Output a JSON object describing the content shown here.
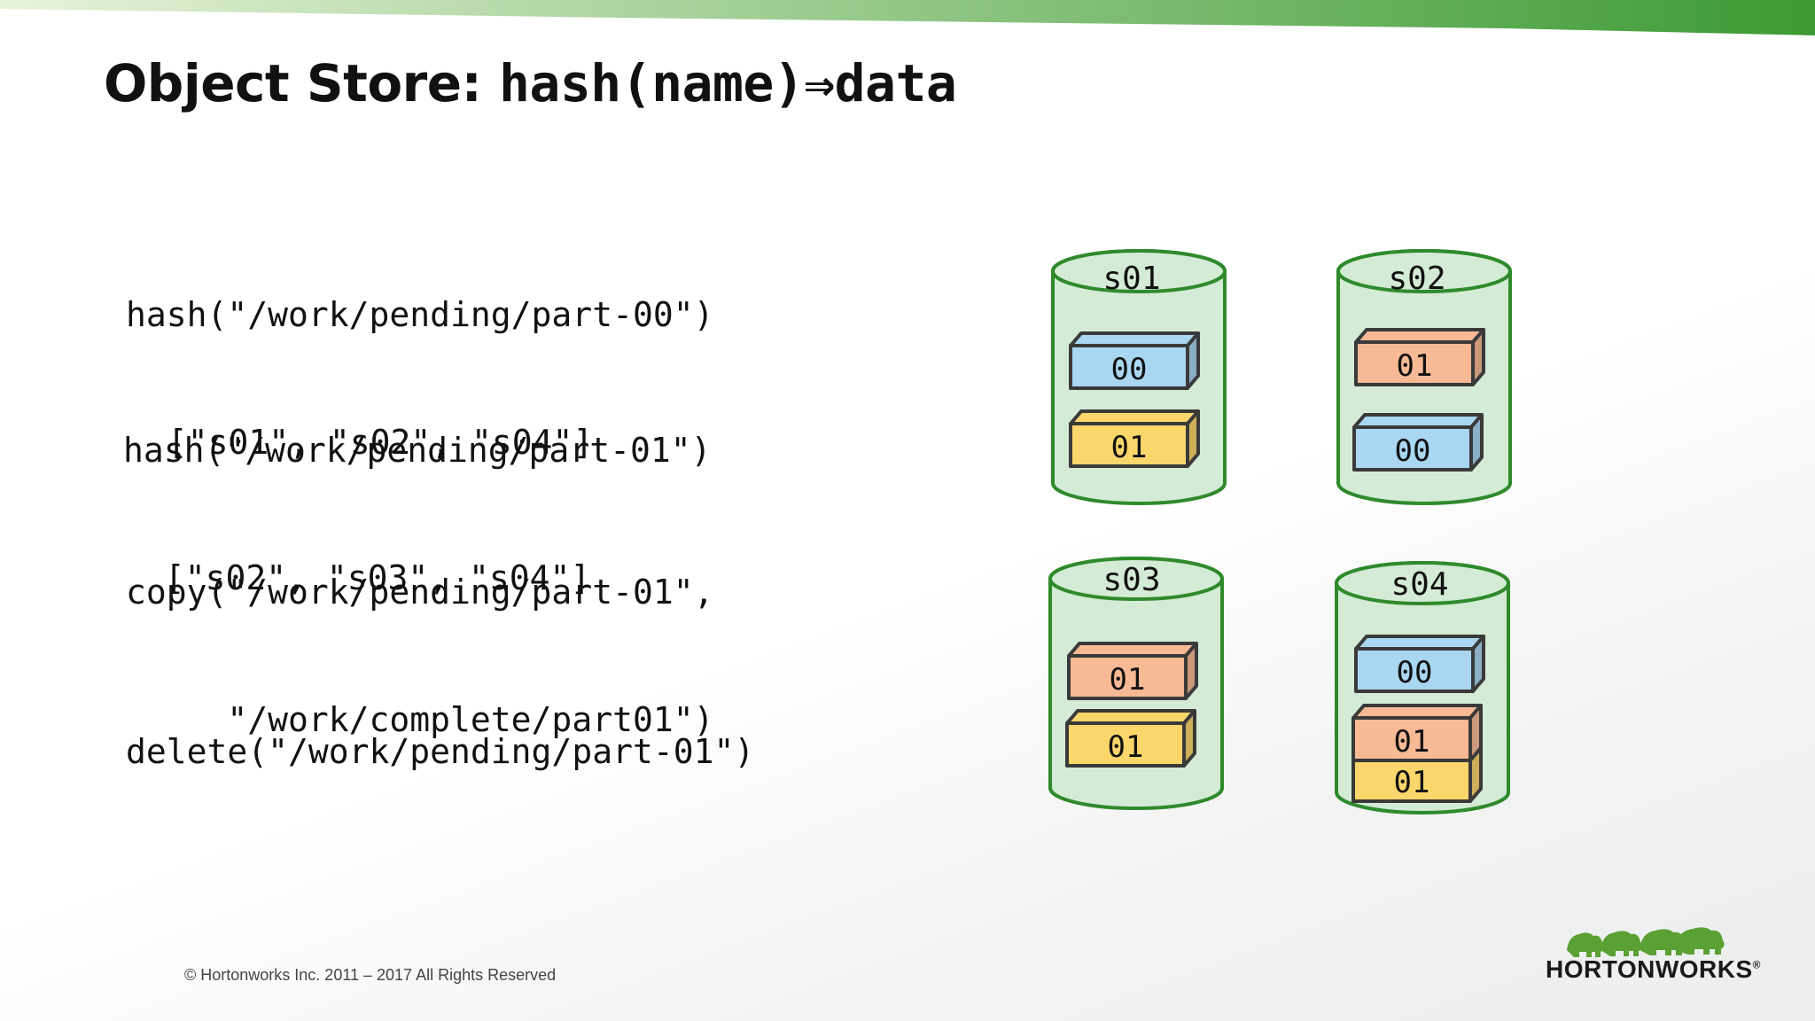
{
  "title": {
    "text": "Object Store: ",
    "code": "hash(name)⇒data"
  },
  "code_blocks": [
    {
      "lines": [
        "hash(\"/work/pending/part-00\")",
        " [\"s01\", \"s02\", \"s04\"]"
      ]
    },
    {
      "lines": [
        "hash(\"/work/pending/part-01\")",
        " [\"s02\", \"s03\", \"s04\"]"
      ]
    },
    {
      "lines": [
        "copy(\"/work/pending/part-01\",",
        "     \"/work/complete/part01\")"
      ]
    },
    {
      "lines": [
        "delete(\"/work/pending/part-01\")"
      ]
    }
  ],
  "colors": {
    "stripe_start": "#e7f3d9",
    "stripe_end": "#3c9a33",
    "cylinder_fill": "#d4ebd6",
    "cylinder_stroke": "#2f8a2c",
    "block_blue": "#a9d6f1",
    "block_orange": "#f8b995",
    "block_yellow": "#fbd66b",
    "block_stroke": "#3a3a3a",
    "logo_green": "#5aa033"
  },
  "servers": [
    {
      "name": "s01",
      "blocks": [
        {
          "label": "00",
          "color": "blue"
        },
        {
          "label": "01",
          "color": "yellow"
        }
      ]
    },
    {
      "name": "s02",
      "blocks": [
        {
          "label": "01",
          "color": "orange"
        },
        {
          "label": "00",
          "color": "blue"
        }
      ]
    },
    {
      "name": "s03",
      "blocks": [
        {
          "label": "01",
          "color": "orange"
        },
        {
          "label": "01",
          "color": "yellow"
        }
      ]
    },
    {
      "name": "s04",
      "blocks": [
        {
          "label": "00",
          "color": "blue"
        },
        {
          "label": "01",
          "color": "orange"
        },
        {
          "label": "01",
          "color": "yellow"
        }
      ]
    }
  ],
  "footer": {
    "copyright": "© Hortonworks Inc. 2011 – 2017 All Rights Reserved"
  },
  "logo": {
    "text": "HORTONWORKS",
    "trademark": "®"
  }
}
